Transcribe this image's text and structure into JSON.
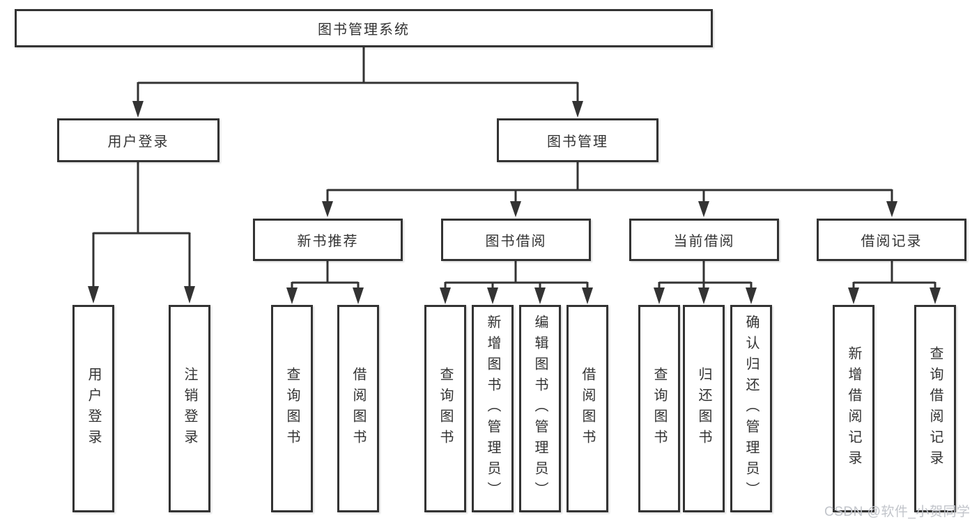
{
  "diagram": {
    "title": "图书管理系统",
    "level2": [
      {
        "label": "用户登录"
      },
      {
        "label": "图书管理"
      }
    ],
    "level3": [
      {
        "label": "新书推荐",
        "parent": "图书管理"
      },
      {
        "label": "图书借阅",
        "parent": "图书管理"
      },
      {
        "label": "当前借阅",
        "parent": "图书管理"
      },
      {
        "label": "借阅记录",
        "parent": "图书管理"
      }
    ],
    "leaves": [
      {
        "label": "用户登录",
        "parent": "用户登录"
      },
      {
        "label": "注销登录",
        "parent": "用户登录"
      },
      {
        "label": "查询图书",
        "parent": "新书推荐"
      },
      {
        "label": "借阅图书",
        "parent": "新书推荐"
      },
      {
        "label": "查询图书",
        "parent": "图书借阅"
      },
      {
        "label": "新增图书（管理员）",
        "parent": "图书借阅"
      },
      {
        "label": "编辑图书（管理员）",
        "parent": "图书借阅"
      },
      {
        "label": "借阅图书",
        "parent": "图书借阅"
      },
      {
        "label": "查询图书",
        "parent": "当前借阅"
      },
      {
        "label": "归还图书",
        "parent": "当前借阅"
      },
      {
        "label": "确认归还（管理员）",
        "parent": "当前借阅"
      },
      {
        "label": "新增借阅记录",
        "parent": "借阅记录"
      },
      {
        "label": "查询借阅记录",
        "parent": "借阅记录"
      }
    ],
    "watermark": "CSDN @软件_小贺同学",
    "colors": {
      "line": "#333333",
      "box_border": "#333333",
      "box_fill": "#ffffff",
      "text": "#333333",
      "watermark": "#c2c5cb",
      "background": "#ffffff"
    }
  }
}
